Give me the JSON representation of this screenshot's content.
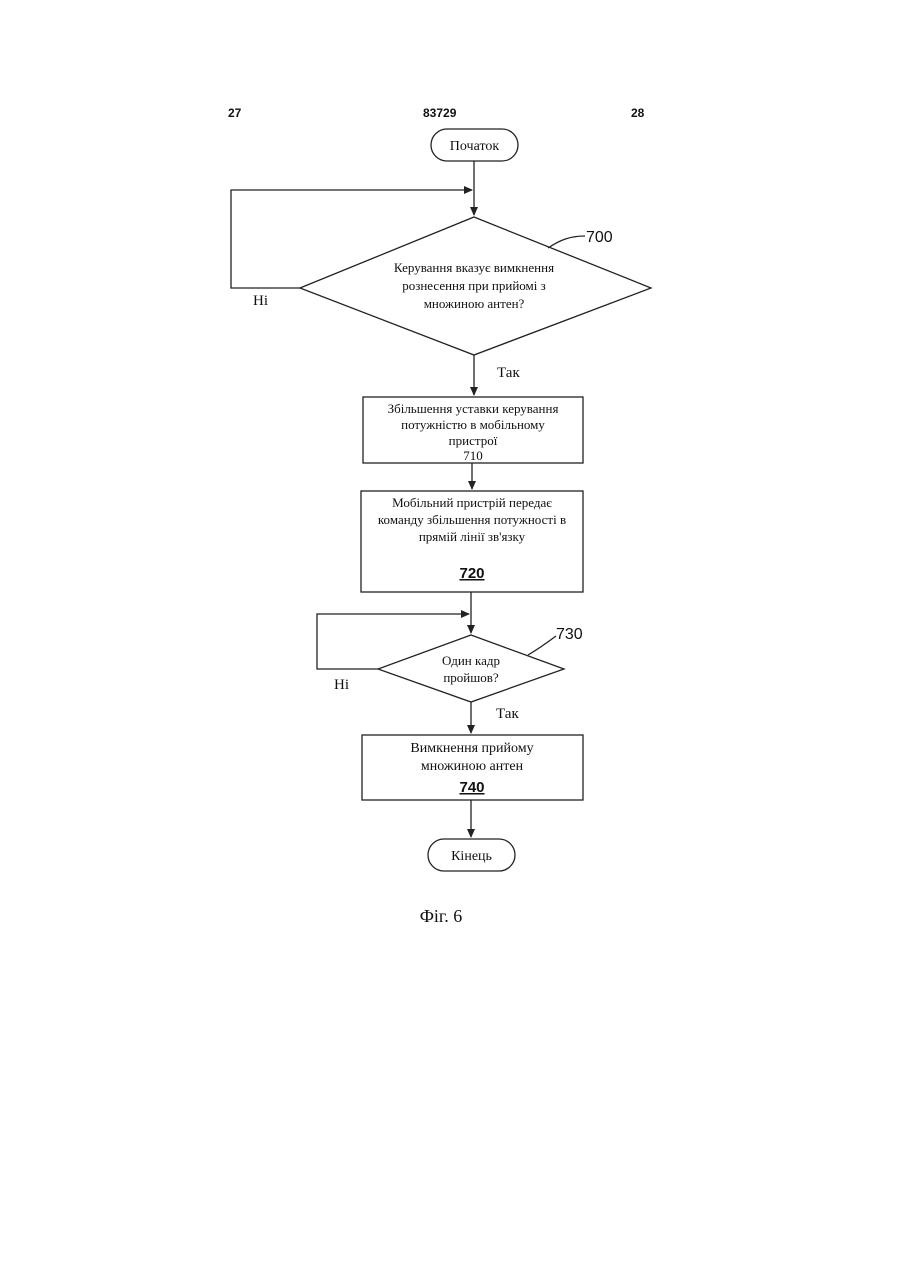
{
  "header": {
    "page_left": "27",
    "doc_number": "83729",
    "page_right": "28"
  },
  "flowchart": {
    "start": "Початок",
    "decision_700": {
      "lines": [
        "Керування вказує вимкнення",
        "рознесення при прийомі з",
        "множиною антен?"
      ],
      "ref": "700",
      "no_label": "Ні",
      "yes_label": "Так"
    },
    "step_710": {
      "lines": [
        "Збільшення уставки керування",
        "потужністю в мобільному",
        "пристрої"
      ],
      "ref": "710"
    },
    "step_720": {
      "lines": [
        "Мобільний пристрій передає",
        "команду збільшення потужності в",
        "прямій лінії зв'язку"
      ],
      "ref": "720"
    },
    "decision_730": {
      "lines": [
        "Один кадр",
        "пройшов?"
      ],
      "ref": "730",
      "no_label": "Ні",
      "yes_label": "Так"
    },
    "step_740": {
      "lines": [
        "Вимкнення прийому",
        "множиною антен"
      ],
      "ref": "740"
    },
    "end": "Кінець"
  },
  "caption": "Фіг. 6"
}
